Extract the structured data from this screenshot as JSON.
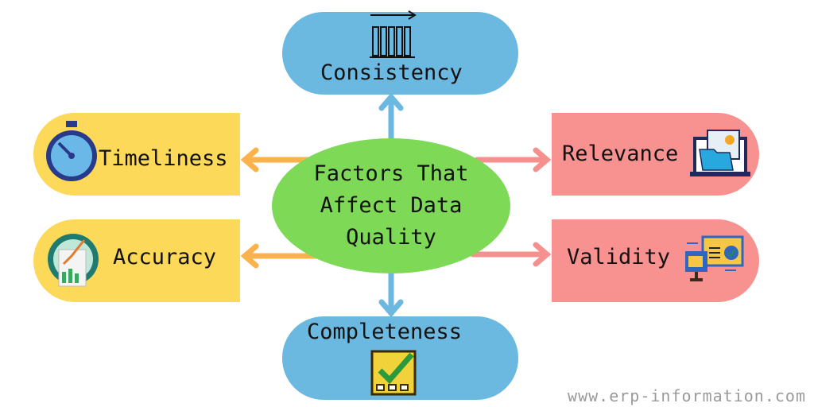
{
  "center_label": "Factors That Affect Data Quality",
  "factors": {
    "consistency": "Consistency",
    "completeness": "Completeness",
    "timeliness": "Timeliness",
    "accuracy": "Accuracy",
    "relevance": "Relevance",
    "validity": "Validity"
  },
  "watermark": "www.erp-information.com",
  "colors": {
    "blue": "#6bb8e0",
    "yellow": "#fdd95a",
    "pink": "#f79290",
    "green": "#7ed957",
    "orange_arrow": "#fbb24c",
    "pink_arrow": "#f6908e",
    "blue_arrow": "#6bb8e0"
  }
}
